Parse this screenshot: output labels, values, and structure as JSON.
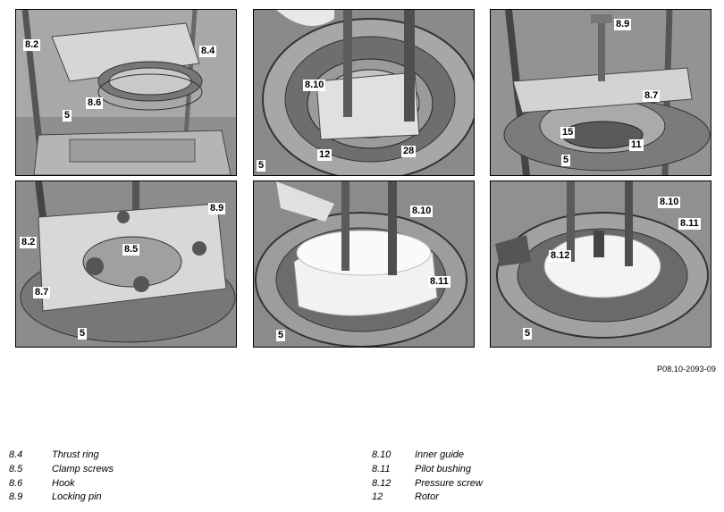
{
  "figure_id": "P08.10-2093-09",
  "panels": [
    {
      "callouts": [
        "8.2",
        "8.4",
        "8.6",
        "5"
      ]
    },
    {
      "callouts": [
        "8.10",
        "12",
        "28",
        "5"
      ]
    },
    {
      "callouts": [
        "8.9",
        "8.7",
        "15",
        "11",
        "5"
      ]
    },
    {
      "callouts": [
        "8.9",
        "8.2",
        "8.5",
        "8.7",
        "5"
      ]
    },
    {
      "callouts": [
        "8.10",
        "8.11",
        "5"
      ]
    },
    {
      "callouts": [
        "8.10",
        "8.11",
        "8.12",
        "5"
      ]
    }
  ],
  "legend": {
    "left": [
      {
        "num": "8.4",
        "label": "Thrust ring"
      },
      {
        "num": "8.5",
        "label": "Clamp screws"
      },
      {
        "num": "8.6",
        "label": "Hook"
      },
      {
        "num": "8.9",
        "label": "Locking pin"
      }
    ],
    "right": [
      {
        "num": "8.10",
        "label": "Inner guide"
      },
      {
        "num": "8.11",
        "label": "Pilot bushing"
      },
      {
        "num": "8.12",
        "label": "Pressure screw"
      },
      {
        "num": "12",
        "label": "Rotor"
      }
    ]
  }
}
